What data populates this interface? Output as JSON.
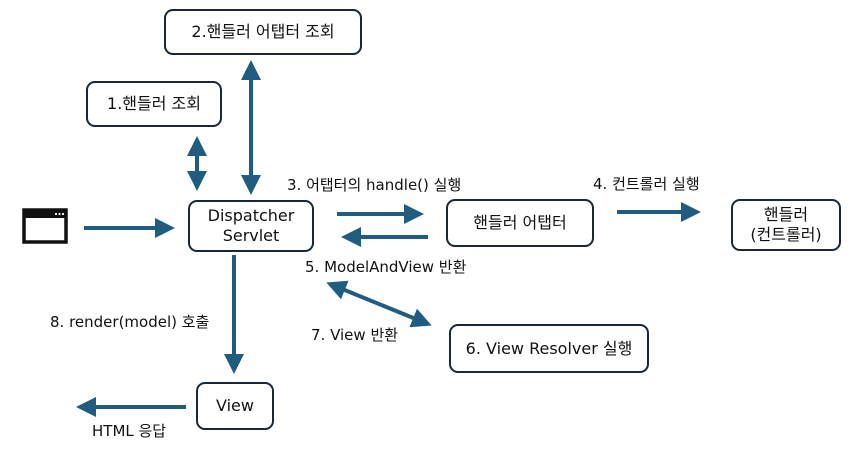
{
  "colors": {
    "arrow": "#1f5c80",
    "box_border": "#1a2736"
  },
  "icons": {
    "browser": "browser-window-icon"
  },
  "boxes": {
    "adapter_lookup": "2.핸들러 어탭터 조회",
    "handler_lookup": "1.핸들러 조회",
    "dispatcher_line1": "Dispatcher",
    "dispatcher_line2": "Servlet",
    "handler_adapter": "핸들러 어탭터",
    "handler_line1": "핸들러",
    "handler_line2": "(컨트롤러)",
    "view_resolver": "6. View Resolver 실행",
    "view": "View"
  },
  "labels": {
    "step3": "3. 어탭터의 handle() 실행",
    "step4": "4. 컨트롤러 실행",
    "step5": "5. ModelAndView 반환",
    "step7": "7. View 반환",
    "step8": "8. render(model) 호출",
    "response": "HTML 응답"
  }
}
